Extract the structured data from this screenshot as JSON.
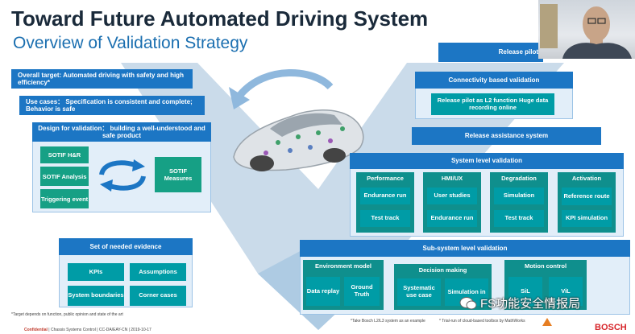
{
  "header": {
    "title": "Toward Future Automated Driving System",
    "subtitle": "Overview of Validation Strategy"
  },
  "left": {
    "overall_target": "Overall target: Automated driving with safety and high efficiency*",
    "use_cases": "Use cases： Specification is consistent and complete; Behavior is safe",
    "design_title": "Design for validation： building a well-understood and safe product",
    "sotif_hr": "SOTIF H&R",
    "sotif_analysis": "SOTIF Analysis",
    "triggering_event": "Triggering event",
    "sotif_measures": "SOTIF Measures",
    "evidence_title": "Set of needed evidence",
    "evidence": [
      "KPIs",
      "Assumptions",
      "System boundaries",
      "Corner cases"
    ]
  },
  "right": {
    "release_pilot": "Release pilot",
    "connectivity": "Connectivity based validation",
    "release_pilot_l2": "Release pilot as L2 function Huge data recording online",
    "release_assistance": "Release assistance system",
    "system_level": "System level validation",
    "columns": [
      {
        "title": "Performance",
        "items": [
          "Endurance run",
          "Test track"
        ]
      },
      {
        "title": "HMI/UX",
        "items": [
          "User studies",
          "Endurance run"
        ]
      },
      {
        "title": "Degradation",
        "items": [
          "Simulation",
          "Test track"
        ]
      },
      {
        "title": "Activation",
        "items": [
          "Reference route",
          "KPI simulation"
        ]
      }
    ],
    "subsystem": "Sub-system level validation",
    "groups": [
      {
        "title": "Environment model",
        "items": [
          "Data replay",
          "Ground Truth"
        ]
      },
      {
        "title": "Decision making",
        "items": [
          "Systematic use case",
          "Simulation in"
        ]
      },
      {
        "title": "Motion control",
        "items": [
          "SiL",
          "ViL"
        ]
      }
    ]
  },
  "footnotes": {
    "target": "*Target depends on function, public opinion and state of the art",
    "bosch": "*Take Bosch L2/L3 system as an example",
    "trial": "* Trial-run of cloud-based toolbox by MathWorks",
    "confidential": "Confidential",
    "footer_line": "| Chassis Systems Control | CC-DA/EAY-CN | 2019-10-17",
    "watermark": "FS功能安全情报局",
    "bosch_logo": "BOSCH"
  },
  "colors": {
    "blue": "#1c76c4",
    "green": "#16a085",
    "teal": "#009ca6",
    "panel": "#e2eef9",
    "chevron": "#b9cfe3"
  },
  "icons": [
    "car-illustration",
    "cycle-arrows-icon",
    "curved-arrow-icon",
    "wechat-icon",
    "mathworks-icon",
    "presenter-video"
  ]
}
